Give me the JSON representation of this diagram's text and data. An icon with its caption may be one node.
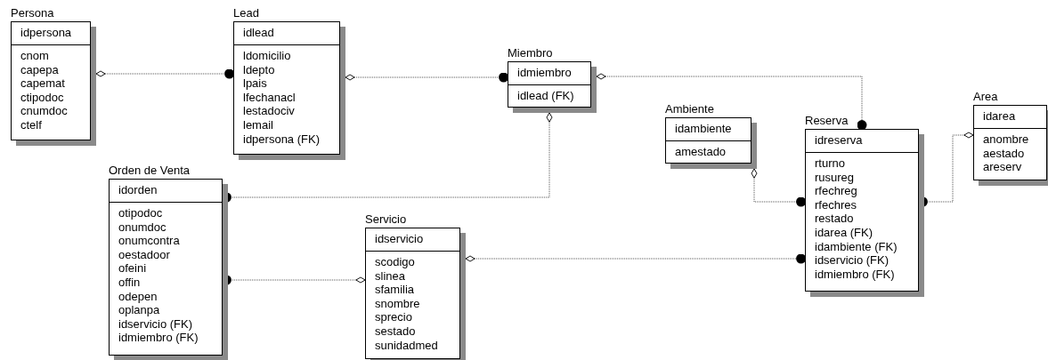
{
  "diagram": {
    "nodes": [
      {
        "text": [
          "Persona",
          "idpersona",
          "cnom",
          "capepa",
          "capemat",
          "ctipodoc",
          "cnumdoc",
          "ctelf"
        ]
      },
      {
        "text": [
          "Lead",
          "idlead",
          "ldomicilio",
          "ldepto",
          "lpais",
          "lfechanacl",
          "lestadociv",
          "lemail",
          "idpersona (FK)"
        ]
      },
      {
        "text": [
          "Miembro",
          "idmiembro",
          "idlead (FK)"
        ]
      },
      {
        "text": [
          "Ambiente",
          "idambiente",
          "amestado"
        ]
      },
      {
        "text": [
          "Reserva",
          "idreserva",
          "rturno",
          "rusureg",
          "rfechreg",
          "rfechres",
          "restado",
          "idarea (FK)",
          "idambiente (FK)",
          "idservicio (FK)",
          "idmiembro (FK)"
        ]
      },
      {
        "text": [
          "Area",
          "idarea",
          "anombre",
          "aestado",
          "areserv"
        ]
      },
      {
        "text": [
          "Orden de Venta",
          "idorden",
          "otipodoc",
          "onumdoc",
          "onumcontra",
          "oestadoor",
          "ofeini",
          "offin",
          "odepen",
          "oplanpa",
          "idservicio (FK)",
          "idmiembro (FK)"
        ]
      },
      {
        "text": [
          "Servicio",
          "idservicio",
          "scodigo",
          "slinea",
          "sfamilia",
          "snombre",
          "sprecio",
          "sestado",
          "sunidadmed"
        ]
      }
    ],
    "edges": [
      {
        "from": 0,
        "to": 1,
        "arrow": "other"
      },
      {
        "from": 1,
        "to": 2,
        "arrow": "other"
      },
      {
        "from": 2,
        "to": 4,
        "arrow": "other"
      },
      {
        "from": 2,
        "to": 6,
        "arrow": "other"
      },
      {
        "from": 7,
        "to": 6,
        "arrow": "other"
      },
      {
        "from": 7,
        "to": 4,
        "arrow": "other"
      },
      {
        "from": 3,
        "to": 4,
        "arrow": "other"
      },
      {
        "from": 5,
        "to": 4,
        "arrow": "other"
      }
    ]
  }
}
